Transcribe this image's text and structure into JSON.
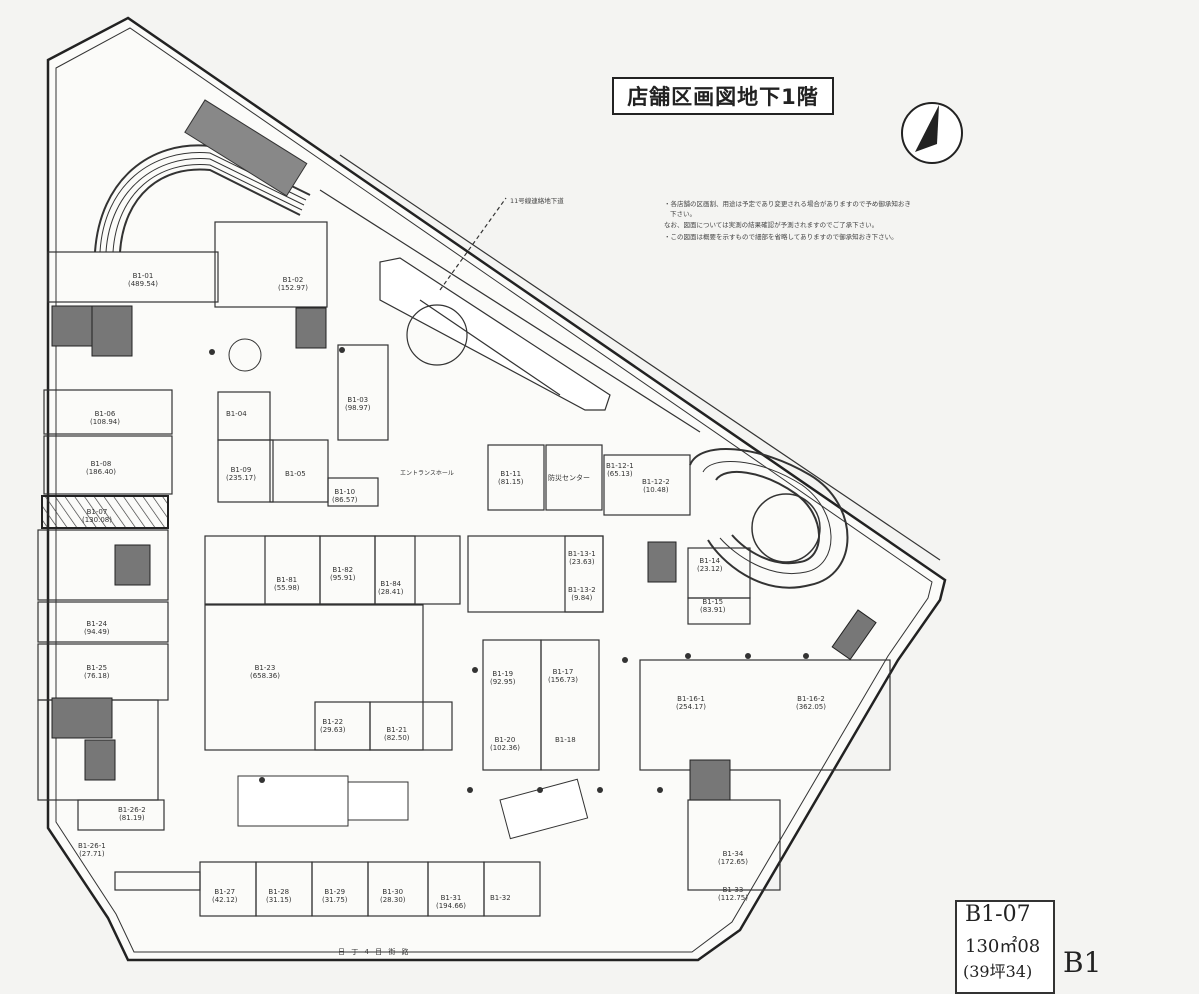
{
  "title": "店舗区画図地下1階",
  "notes": [
    "・各店舗の区画割、用途は予定であり変更される場合がありますので予め御承知おき下さい。",
    "なお、図面については実測の結果確認が予測されますのでご了承下さい。",
    "・この図面は概要を示すもので細部を省略してありますので御承知おき下さい。"
  ],
  "subway_label": "11号線連絡地下道",
  "entrance_hall": "エントランスホール",
  "info_center": "防災センター",
  "street_label": "日 丁 4 目 街 路",
  "info_box": {
    "code": "B1-07",
    "area": "130㎡08",
    "tsubo": "(39坪34)"
  },
  "floor_label": "B1",
  "icons": {
    "north": "north-arrow-icon"
  },
  "units": [
    {
      "code": "B1-01",
      "area": "(489.54)",
      "x": 0,
      "y": 0
    },
    {
      "code": "B1-02",
      "area": "(152.97)"
    },
    {
      "code": "B1-03",
      "area": "(98.97)"
    },
    {
      "code": "B1-04",
      "area": ""
    },
    {
      "code": "B1-05",
      "area": ""
    },
    {
      "code": "B1-06",
      "area": "(108.94)"
    },
    {
      "code": "B1-07",
      "area": "(130.08)"
    },
    {
      "code": "B1-08",
      "area": "(186.40)"
    },
    {
      "code": "B1-09",
      "area": "(235.17)"
    },
    {
      "code": "B1-10",
      "area": "(86.57)"
    },
    {
      "code": "B1-11",
      "area": "(81.15)"
    },
    {
      "code": "B1-12-1",
      "area": "(65.13)"
    },
    {
      "code": "B1-12-2",
      "area": "(10.48)"
    },
    {
      "code": "B1-13-1",
      "area": "(23.63)"
    },
    {
      "code": "B1-13-2",
      "area": "(9.84)"
    },
    {
      "code": "B1-14",
      "area": "(23.12)"
    },
    {
      "code": "B1-15",
      "area": "(83.91)"
    },
    {
      "code": "B1-16-1",
      "area": "(254.17)"
    },
    {
      "code": "B1-16-2",
      "area": "(362.05)"
    },
    {
      "code": "B1-17",
      "area": "(156.73)"
    },
    {
      "code": "B1-18",
      "area": ""
    },
    {
      "code": "B1-19",
      "area": "(92.95)"
    },
    {
      "code": "B1-20",
      "area": "(102.36)"
    },
    {
      "code": "B1-21",
      "area": "(82.50)"
    },
    {
      "code": "B1-22",
      "area": "(29.63)"
    },
    {
      "code": "B1-23",
      "area": "(658.36)"
    },
    {
      "code": "B1-24",
      "area": "(94.49)"
    },
    {
      "code": "B1-25",
      "area": "(76.18)"
    },
    {
      "code": "B1-26-1",
      "area": "(27.71)"
    },
    {
      "code": "B1-26-2",
      "area": "(81.19)"
    },
    {
      "code": "B1-27",
      "area": "(42.12)"
    },
    {
      "code": "B1-28",
      "area": "(31.15)"
    },
    {
      "code": "B1-29",
      "area": "(31.75)"
    },
    {
      "code": "B1-30",
      "area": "(28.30)"
    },
    {
      "code": "B1-31",
      "area": "(194.66)"
    },
    {
      "code": "B1-32",
      "area": ""
    },
    {
      "code": "B1-33",
      "area": "(112.75)"
    },
    {
      "code": "B1-34",
      "area": "(172.65)"
    },
    {
      "code": "B1-81",
      "area": "(55.98)"
    },
    {
      "code": "B1-82",
      "area": "(95.91)"
    },
    {
      "code": "B1-84",
      "area": "(28.41)"
    }
  ]
}
